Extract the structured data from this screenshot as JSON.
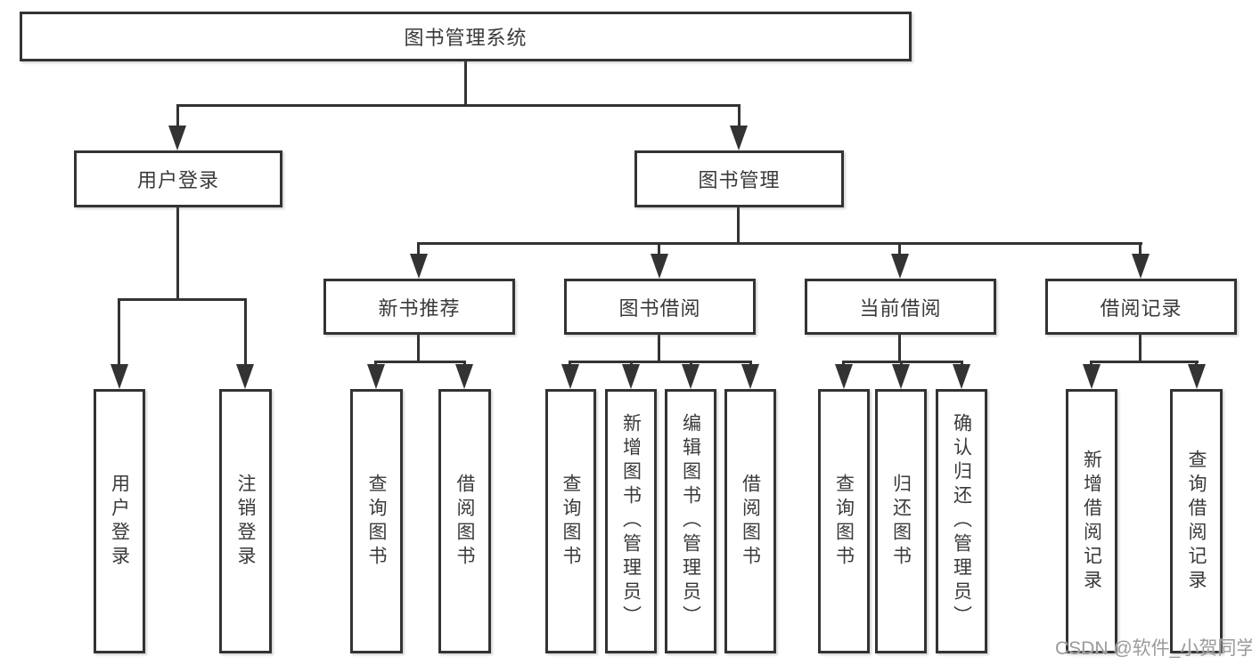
{
  "root": {
    "label": "图书管理系统"
  },
  "branches": [
    {
      "label": "用户登录",
      "children": [
        {
          "label": "用户登录"
        },
        {
          "label": "注销登录"
        }
      ]
    },
    {
      "label": "图书管理",
      "children": [
        {
          "label": "新书推荐",
          "children": [
            {
              "label": "查询图书"
            },
            {
              "label": "借阅图书"
            }
          ]
        },
        {
          "label": "图书借阅",
          "children": [
            {
              "label": "查询图书"
            },
            {
              "label": "新增图书（管理员）"
            },
            {
              "label": "编辑图书（管理员）"
            },
            {
              "label": "借阅图书"
            }
          ]
        },
        {
          "label": "当前借阅",
          "children": [
            {
              "label": "查询图书"
            },
            {
              "label": "归还图书"
            },
            {
              "label": "确认归还（管理员）"
            }
          ]
        },
        {
          "label": "借阅记录",
          "children": [
            {
              "label": "新增借阅记录"
            },
            {
              "label": "查询借阅记录"
            }
          ]
        }
      ]
    }
  ],
  "watermark": {
    "text": "CSDN @软件_小贺同学"
  },
  "colors": {
    "line": "#333333",
    "text": "#3a3a3a",
    "box_bg": "#ffffff",
    "background": "#ffffff",
    "watermark": "#9b9b9b"
  }
}
